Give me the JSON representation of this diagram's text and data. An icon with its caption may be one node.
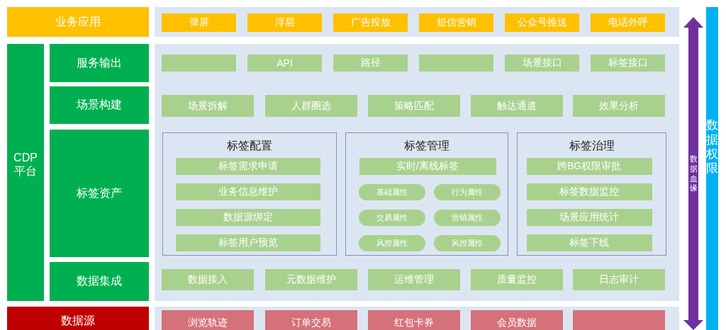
{
  "diagram": {
    "nodes": [
      {
        "text": [
          "业务应用"
        ]
      },
      {
        "text": [],
        "shape": "box"
      },
      {
        "text": [
          "弹屏"
        ],
        "in": 1
      },
      {
        "text": [
          "浮层"
        ],
        "in": 1
      },
      {
        "text": [
          "广告投放"
        ],
        "in": 1
      },
      {
        "text": [
          "短信营销"
        ],
        "in": 1
      },
      {
        "text": [
          "公众号推送"
        ],
        "in": 1
      },
      {
        "text": [
          "电话外呼"
        ],
        "in": 1
      },
      {
        "text": [
          "CDP平台"
        ]
      },
      {
        "text": [
          "服务输出"
        ]
      },
      {
        "text": [
          "场景构建"
        ]
      },
      {
        "text": [
          "标签资产"
        ]
      },
      {
        "text": [
          "数据集成"
        ]
      },
      {
        "text": [],
        "shape": "box"
      },
      {
        "text": [],
        "shape": "box",
        "in": 13
      },
      {
        "text": [
          "API"
        ],
        "in": 13
      },
      {
        "text": [
          "路径"
        ],
        "in": 13
      },
      {
        "text": [],
        "shape": "box",
        "in": 13
      },
      {
        "text": [
          "场景接口"
        ],
        "in": 13
      },
      {
        "text": [
          "标签接口"
        ],
        "in": 13
      },
      {
        "text": [
          "场景拆解"
        ],
        "in": 13
      },
      {
        "text": [
          "人群圈选"
        ],
        "in": 13
      },
      {
        "text": [
          "策略匹配"
        ],
        "in": 13
      },
      {
        "text": [
          "触达通道"
        ],
        "in": 13
      },
      {
        "text": [
          "效果分析"
        ],
        "in": 13
      },
      {
        "text": [
          "标签配置"
        ],
        "in": 13
      },
      {
        "text": [
          "标签需求申请"
        ],
        "in": 25
      },
      {
        "text": [
          "业务信息维护"
        ],
        "in": 25
      },
      {
        "text": [
          "数据源绑定"
        ],
        "in": 25
      },
      {
        "text": [
          "标签用户预览"
        ],
        "in": 25
      },
      {
        "text": [
          "标签管理"
        ],
        "in": 13
      },
      {
        "text": [
          "实时/离线标签"
        ],
        "in": 30
      },
      {
        "text": [
          "基础属性"
        ],
        "in": 30
      },
      {
        "text": [
          "行为属性"
        ],
        "in": 30
      },
      {
        "text": [
          "交易属性"
        ],
        "in": 30
      },
      {
        "text": [
          "营销属性"
        ],
        "in": 30
      },
      {
        "text": [
          "风控属性"
        ],
        "in": 30
      },
      {
        "text": [
          "风控属性"
        ],
        "in": 30
      },
      {
        "text": [
          "标签治理"
        ],
        "in": 13
      },
      {
        "text": [
          "跨BG权限审批"
        ],
        "in": 38
      },
      {
        "text": [
          "标签数据监控"
        ],
        "in": 38
      },
      {
        "text": [
          "场景应用统计"
        ],
        "in": 38
      },
      {
        "text": [
          "标签下线"
        ],
        "in": 38
      },
      {
        "text": [
          "数据接入"
        ],
        "in": 13
      },
      {
        "text": [
          "元数据维护"
        ],
        "in": 13
      },
      {
        "text": [
          "运维管理"
        ],
        "in": 13
      },
      {
        "text": [
          "质量监控"
        ],
        "in": 13
      },
      {
        "text": [
          "日志审计"
        ],
        "in": 13
      },
      {
        "text": [
          "数据源"
        ]
      },
      {
        "text": [],
        "shape": "box"
      },
      {
        "text": [
          "浏览轨迹"
        ],
        "in": 49
      },
      {
        "text": [
          "订单交易"
        ],
        "in": 49
      },
      {
        "text": [
          "红包卡券"
        ],
        "in": 49
      },
      {
        "text": [
          "会员数据"
        ],
        "in": 49
      },
      {
        "text": [],
        "shape": "box",
        "in": 49
      },
      {
        "text": [
          "数据权限"
        ]
      }
    ],
    "labels": [
      "数据血缘"
    ]
  }
}
